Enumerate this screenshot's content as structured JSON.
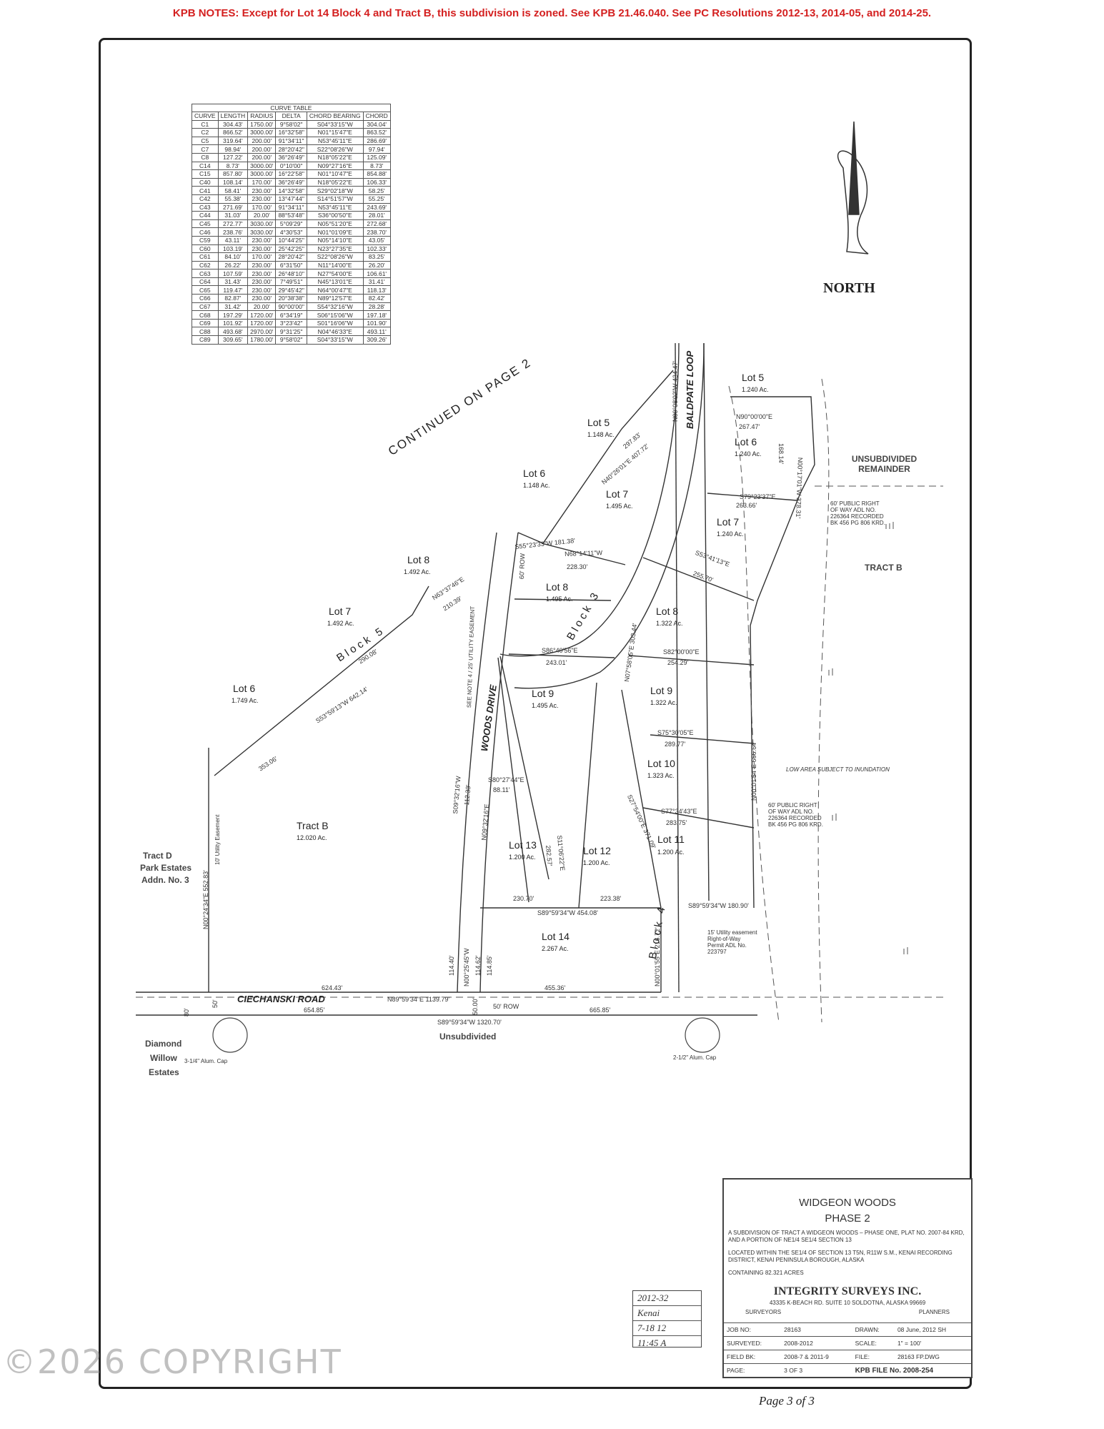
{
  "notes": {
    "kpb": "KPB NOTES:  Except for Lot 14 Block 4 and Tract B, this subdivision is zoned.  See KPB 21.46.040.  See PC Resolutions 2012-13,  2014-05, and 2014-25."
  },
  "curve_table": {
    "title": "CURVE TABLE",
    "headers": [
      "CURVE",
      "LENGTH",
      "RADIUS",
      "DELTA",
      "CHORD BEARING",
      "CHORD"
    ],
    "rows": [
      [
        "C1",
        "304.43'",
        "1750.00'",
        "9°58'02\"",
        "S04°33'15\"W",
        "304.04'"
      ],
      [
        "C2",
        "866.52'",
        "3000.00'",
        "16°32'58\"",
        "N01°15'47\"E",
        "863.52'"
      ],
      [
        "C5",
        "319.64'",
        "200.00'",
        "91°34'11\"",
        "N53°45'11\"E",
        "286.69'"
      ],
      [
        "C7",
        "98.94'",
        "200.00'",
        "28°20'42\"",
        "S22°08'26\"W",
        "97.94'"
      ],
      [
        "C8",
        "127.22'",
        "200.00'",
        "36°26'49\"",
        "N18°05'22\"E",
        "125.09'"
      ],
      [
        "C14",
        "8.73'",
        "3000.00'",
        "0°10'00\"",
        "N09°27'16\"E",
        "8.73'"
      ],
      [
        "C15",
        "857.80'",
        "3000.00'",
        "16°22'58\"",
        "N01°10'47\"E",
        "854.88'"
      ],
      [
        "C40",
        "108.14'",
        "170.00'",
        "36°26'49\"",
        "N18°05'22\"E",
        "106.33'"
      ],
      [
        "C41",
        "58.41'",
        "230.00'",
        "14°32'58\"",
        "S29°02'18\"W",
        "58.25'"
      ],
      [
        "C42",
        "55.38'",
        "230.00'",
        "13°47'44\"",
        "S14°51'57\"W",
        "55.25'"
      ],
      [
        "C43",
        "271.69'",
        "170.00'",
        "91°34'11\"",
        "N53°45'11\"E",
        "243.69'"
      ],
      [
        "C44",
        "31.03'",
        "20.00'",
        "88°53'48\"",
        "S36°00'50\"E",
        "28.01'"
      ],
      [
        "C45",
        "272.77'",
        "3030.00'",
        "5°09'29\"",
        "N05°51'20\"E",
        "272.68'"
      ],
      [
        "C46",
        "238.76'",
        "3030.00'",
        "4°30'53\"",
        "N01°01'09\"E",
        "238.70'"
      ],
      [
        "C59",
        "43.11'",
        "230.00'",
        "10°44'25\"",
        "N05°14'10\"E",
        "43.05'"
      ],
      [
        "C60",
        "103.19'",
        "230.00'",
        "25°42'25\"",
        "N23°27'35\"E",
        "102.33'"
      ],
      [
        "C61",
        "84.10'",
        "170.00'",
        "28°20'42\"",
        "S22°08'26\"W",
        "83.25'"
      ],
      [
        "C62",
        "26.22'",
        "230.00'",
        "6°31'50\"",
        "N11°14'00\"E",
        "26.20'"
      ],
      [
        "C63",
        "107.59'",
        "230.00'",
        "26°48'10\"",
        "N27°54'00\"E",
        "106.61'"
      ],
      [
        "C64",
        "31.43'",
        "230.00'",
        "7°49'51\"",
        "N45°13'01\"E",
        "31.41'"
      ],
      [
        "C65",
        "119.47'",
        "230.00'",
        "29°45'42\"",
        "N64°00'47\"E",
        "118.13'"
      ],
      [
        "C66",
        "82.87'",
        "230.00'",
        "20°38'38\"",
        "N89°12'57\"E",
        "82.42'"
      ],
      [
        "C67",
        "31.42'",
        "20.00'",
        "90°00'00\"",
        "S54°32'16\"W",
        "28.28'"
      ],
      [
        "C68",
        "197.29'",
        "1720.00'",
        "6°34'19\"",
        "S06°15'06\"W",
        "197.18'"
      ],
      [
        "C69",
        "101.92'",
        "1720.00'",
        "3°23'42\"",
        "S01°16'06\"W",
        "101.90'"
      ],
      [
        "C88",
        "493.68'",
        "2970.00'",
        "9°31'25\"",
        "N04°46'33\"E",
        "493.11'"
      ],
      [
        "C89",
        "309.65'",
        "1780.00'",
        "9°58'02\"",
        "S04°33'15\"W",
        "309.26'"
      ]
    ]
  },
  "north": "NORTH",
  "continued": "CONTINUED ON PAGE 2",
  "roads": {
    "woods": "WOODS DRIVE",
    "baldpate": "BALDPATE LOOP",
    "ciechanski": "CIECHANSKI ROAD",
    "row60": "60' ROW",
    "row50": "50' ROW",
    "util25": "SEE NOTE 4 / 25' UTILITY EASEMENT"
  },
  "blocks": {
    "b3": "Block 3",
    "b4": "Block 4",
    "b5": "Block 5"
  },
  "lots": [
    {
      "name": "Lot 5",
      "acres": "1.240 Ac."
    },
    {
      "name": "Lot 6",
      "acres": "1.240 Ac."
    },
    {
      "name": "Lot 7",
      "acres": "1.240 Ac."
    },
    {
      "name": "Lot 5",
      "acres": "1.148 Ac."
    },
    {
      "name": "Lot 6",
      "acres": "1.148 Ac."
    },
    {
      "name": "Lot 7",
      "acres": "1.495 Ac."
    },
    {
      "name": "Lot 8",
      "acres": "1.495 Ac."
    },
    {
      "name": "Lot 8",
      "acres": "1.322 Ac."
    },
    {
      "name": "Lot 9",
      "acres": "1.495 Ac."
    },
    {
      "name": "Lot 9",
      "acres": "1.322 Ac."
    },
    {
      "name": "Lot 10",
      "acres": "1.323 Ac."
    },
    {
      "name": "Lot 11",
      "acres": "1.200 Ac."
    },
    {
      "name": "Lot 12",
      "acres": "1.200 Ac."
    },
    {
      "name": "Lot 13",
      "acres": "1.200 Ac."
    },
    {
      "name": "Lot 14",
      "acres": "2.267 Ac."
    },
    {
      "name": "Lot 8",
      "acres": "1.492 Ac."
    },
    {
      "name": "Lot 7",
      "acres": "1.492 Ac."
    },
    {
      "name": "Lot 6",
      "acres": "1.749 Ac."
    },
    {
      "name": "Tract B",
      "acres": "12.020 Ac."
    }
  ],
  "areas": {
    "unsub_remainder": "UNSUBDIVIDED REMAINDER",
    "tract_b_east": "TRACT B",
    "tract_d": "Tract D",
    "park_estates": "Park Estates",
    "addn3": "Addn. No. 3",
    "diamond": "Diamond",
    "willow": "Willow",
    "estates": "Estates",
    "unsubdivided": "Unsubdivided",
    "low_area": "LOW AREA SUBJECT TO INUNDATION"
  },
  "dims": {
    "d1": "N90°00'00\"E",
    "d2": "267.47'",
    "d3": "N00°08'02\"W 434.47'",
    "d4": "N00°17'01\"W 378.31'",
    "d5": "168.14'",
    "d6": "S79°23'37\"E",
    "d7": "263.66'",
    "d8": "S53°41'13\"E",
    "d9": "255.70'",
    "d10": "N40°26'01\"E 407.72'",
    "d11": "297.83'",
    "d12": "S55°23'33\"W 181.38'",
    "d13": "N68°14'11\"W",
    "d14": "228.30'",
    "d15": "S86°40'56\"E",
    "d16": "243.01'",
    "d17": "S82°00'00\"E",
    "d18": "254.29'",
    "d19": "S75°30'05\"E",
    "d20": "289.77'",
    "d21": "S77°34'43\"E",
    "d22": "283.75'",
    "d23": "S89°59'34\"W 454.08'",
    "d24": "230.70'",
    "d25": "223.38'",
    "d26": "S89°59'34\"W 180.90'",
    "d27": "N63°37'46\"E",
    "d28": "210.39'",
    "d29": "S53°59'13\"W 642.14'",
    "d30": "290.08'",
    "d31": "353.06'",
    "d32": "624.43'",
    "d33": "N89°59'34\"E 1139.79'",
    "d34": "654.85'",
    "d35": "455.36'",
    "d36": "S89°59'34\"W 1320.70'",
    "d37": "665.85'",
    "d38": "N00°24'34\"E 552.83'",
    "d39": "N00°01'54\"E 666.64'",
    "d40": "N00°01'55\"E 216.72'",
    "d41": "N07°58'05\"E 303.44'",
    "d42": "S80°27'44\"E",
    "d43": "88.11'",
    "d44": "S09°32'16\"W",
    "d45": "112.33'",
    "d46": "S27°54'00\"E 371.09'",
    "d47": "S11°06'22\"E",
    "d48": "282.57'",
    "d49": "N09°32'16\"E",
    "d50": "114.40'",
    "d51": "N00°25'45\"W",
    "d52": "114.85'",
    "d53": "50.00'",
    "d54": "114.62'",
    "d55": "80'",
    "d56": "50'",
    "d57": "10' Utility Easement"
  },
  "row_notes": {
    "n1": "60' PUBLIC RIGHT OF WAY ADL NO. 226364 RECORDED BK 456 PG 806 KRD.",
    "n2": "60' PUBLIC RIGHT OF WAY ADL NO. 226364 RECORDED BK 456 PG 806 KRD.",
    "n3": "15' Utility easement Right-of-Way Permit ADL No. 223797"
  },
  "monuments": {
    "m1": "3-1/4\" Alum. Cap",
    "m2": "2-1/2\" Alum. Cap"
  },
  "title_block": {
    "name": "WIDGEON WOODS",
    "phase": "PHASE 2",
    "desc1": "A SUBDIVISION OF TRACT A WIDGEON WOODS – PHASE ONE, PLAT NO. 2007-84 KRD, AND A PORTION OF NE1/4 SE1/4 SECTION 13",
    "desc2": "LOCATED WITHIN THE SE1/4 OF SECTION 13 T5N, R11W S.M., KENAI RECORDING DISTRICT, KENAI PENINSULA BOROUGH, ALASKA",
    "desc3": "CONTAINING 82.321 ACRES",
    "firm": "INTEGRITY SURVEYS INC.",
    "address": "43335 K-BEACH RD.  SUITE 10          SOLDOTNA, ALASKA 99669",
    "surveyors": "SURVEYORS",
    "planners": "PLANNERS",
    "job_label": "JOB NO:",
    "job": "28163",
    "drawn_label": "DRAWN:",
    "drawn": "08 June, 2012  SH",
    "surveyed_label": "SURVEYED:",
    "surveyed": "2008-2012",
    "scale_label": "SCALE:",
    "scale": "1\" = 100'",
    "field_label": "FIELD BK:",
    "field": "2008-7 & 2011-9",
    "file_label": "FILE:",
    "file": "28163 FP.DWG",
    "page_label": "PAGE:",
    "page": "3 OF 3",
    "kpb_file": "KPB FILE No. 2008-254"
  },
  "stamp": {
    "plat": "2012-32",
    "district": "Kenai",
    "date": "7-18  12",
    "time": "11:45 A"
  },
  "page_note": "Page 3  of 3",
  "copyright": "©2026 COPYRIGHT"
}
